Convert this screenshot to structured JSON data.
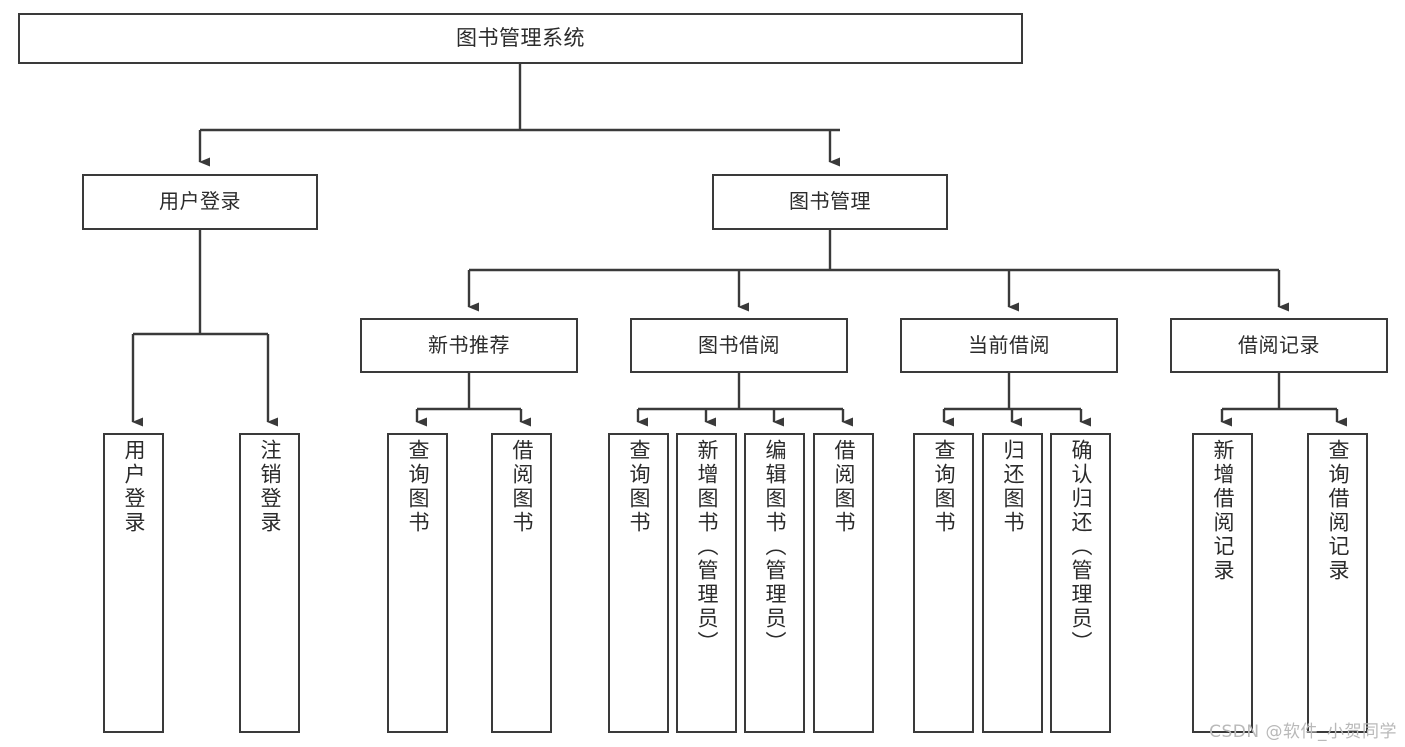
{
  "diagram": {
    "title": "图书管理系统",
    "type": "tree",
    "watermark": "CSDN @软件_小贺同学",
    "colors": {
      "box_border": "#3a3a3a",
      "box_fill": "#ffffff",
      "connector": "#3a3a3a",
      "text": "#2b2b2b",
      "watermark": "#b9b9b9",
      "background": "#ffffff"
    },
    "nodes": {
      "root": {
        "label": "图书管理系统"
      },
      "level1": [
        {
          "id": "user-login",
          "label": "用户登录"
        },
        {
          "id": "book-manage",
          "label": "图书管理"
        }
      ],
      "level2": [
        {
          "id": "new-book-recommend",
          "label": "新书推荐",
          "parent": "book-manage"
        },
        {
          "id": "book-borrow",
          "label": "图书借阅",
          "parent": "book-manage"
        },
        {
          "id": "current-borrow",
          "label": "当前借阅",
          "parent": "book-manage"
        },
        {
          "id": "borrow-record",
          "label": "借阅记录",
          "parent": "book-manage"
        }
      ],
      "leaves": [
        {
          "id": "leaf-user-login",
          "label": "用户登录",
          "parent": "user-login"
        },
        {
          "id": "leaf-user-logout",
          "label": "注销登录",
          "parent": "user-login"
        },
        {
          "id": "leaf-query-book-1",
          "label": "查询图书",
          "parent": "new-book-recommend"
        },
        {
          "id": "leaf-borrow-book-1",
          "label": "借阅图书",
          "parent": "new-book-recommend"
        },
        {
          "id": "leaf-query-book-2",
          "label": "查询图书",
          "parent": "book-borrow"
        },
        {
          "id": "leaf-add-book",
          "label": "新增图书（管理员）",
          "parent": "book-borrow"
        },
        {
          "id": "leaf-edit-book",
          "label": "编辑图书（管理员）",
          "parent": "book-borrow"
        },
        {
          "id": "leaf-borrow-book-2",
          "label": "借阅图书",
          "parent": "book-borrow"
        },
        {
          "id": "leaf-query-book-3",
          "label": "查询图书",
          "parent": "current-borrow"
        },
        {
          "id": "leaf-return-book",
          "label": "归还图书",
          "parent": "current-borrow"
        },
        {
          "id": "leaf-confirm-return",
          "label": "确认归还（管理员）",
          "parent": "current-borrow"
        },
        {
          "id": "leaf-add-record",
          "label": "新增借阅记录",
          "parent": "borrow-record"
        },
        {
          "id": "leaf-query-record",
          "label": "查询借阅记录",
          "parent": "borrow-record"
        }
      ]
    }
  }
}
